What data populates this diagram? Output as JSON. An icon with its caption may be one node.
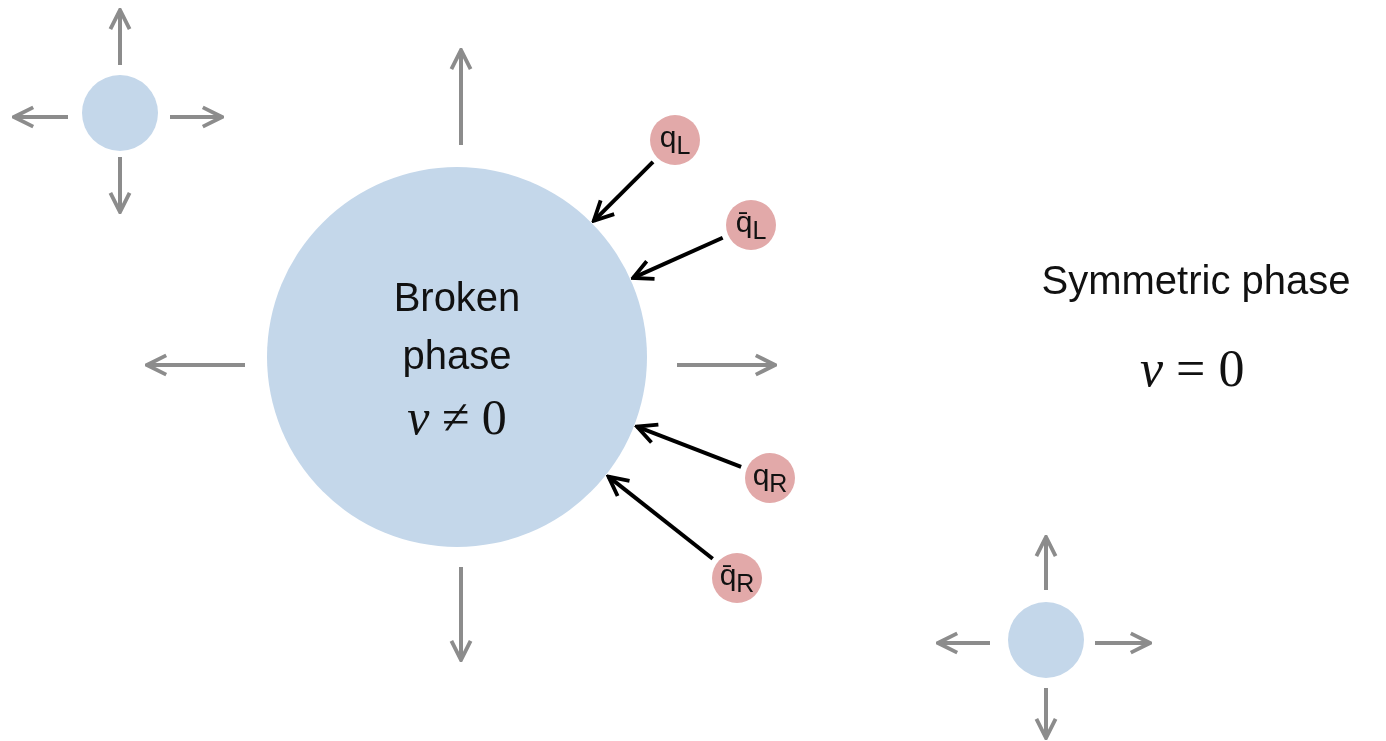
{
  "diagram": {
    "nodes": [
      {
        "text": [],
        "shape": "circle"
      },
      {
        "text": [
          "Broken phase",
          "*v* ≠ 0"
        ]
      },
      {
        "text": [
          "q$_{L}$"
        ]
      },
      {
        "text": [
          "q̄$_{L}$"
        ]
      },
      {
        "text": [
          "q$_{R}$"
        ]
      },
      {
        "text": [
          "q̄$_{R}$"
        ]
      },
      {
        "text": [],
        "shape": "circle"
      }
    ],
    "edges": [
      {
        "from": 2,
        "to": 1,
        "arrow": "to"
      },
      {
        "from": 3,
        "to": 1,
        "arrow": "to"
      },
      {
        "from": 4,
        "to": 1,
        "arrow": "to"
      },
      {
        "from": 5,
        "to": 1,
        "arrow": "to"
      }
    ],
    "labels": [
      "Symmetric phase",
      "*v* = 0"
    ]
  }
}
